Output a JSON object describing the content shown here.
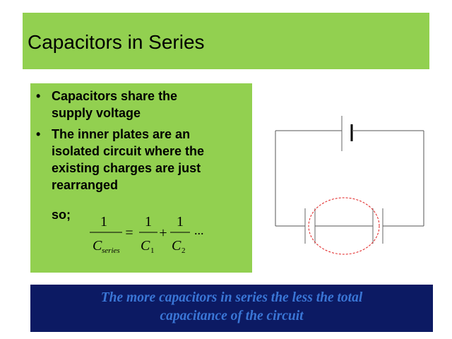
{
  "slide": {
    "title": "Capacitors in Series",
    "bullets": [
      {
        "marker": "•",
        "lines": [
          "Capacitors share the",
          "supply voltage"
        ]
      },
      {
        "marker": "•",
        "lines": [
          "The inner plates are an",
          "isolated circuit where the",
          "existing charges are just",
          "rearranged"
        ]
      }
    ],
    "so_label": "so;",
    "formula": {
      "lhs_numerator": "1",
      "lhs_denominator_symbol": "C",
      "lhs_denominator_subscript": "series",
      "equals": "=",
      "term1_numerator": "1",
      "term1_symbol": "C",
      "term1_subscript": "1",
      "plus": "+",
      "term2_numerator": "1",
      "term2_symbol": "C",
      "term2_subscript": "2",
      "ellipsis": "..."
    },
    "banner": {
      "line1": "The more capacitors in series the less the total",
      "line2": "capacitance of  the circuit"
    },
    "colors": {
      "green_box": "#92d050",
      "banner_bg": "#0c1a63",
      "banner_text": "#3a76d6",
      "dashed_ellipse": "#e02020"
    }
  }
}
